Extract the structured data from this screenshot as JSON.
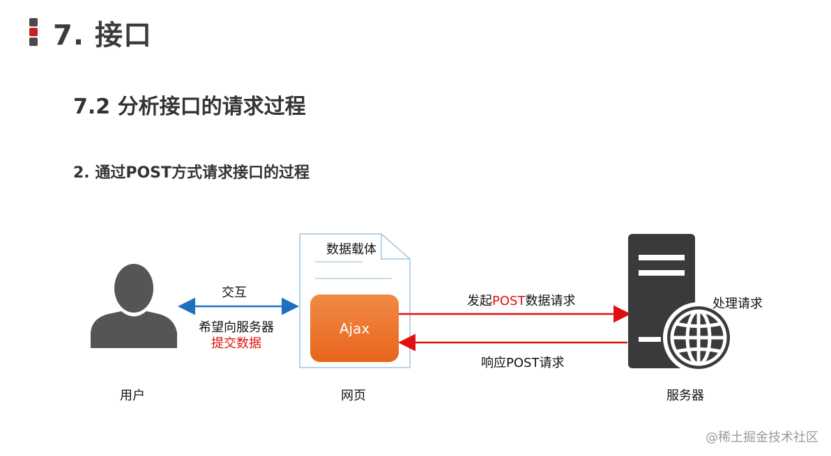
{
  "slide": {
    "title": "7. 接口",
    "subtitle": "7.2 分析接口的请求过程",
    "section": "2. 通过POST方式请求接口的过程"
  },
  "diagram": {
    "user_label": "用户",
    "interaction_label": "交互",
    "user_wish_label": "希望向服务器",
    "user_submit_label": "提交数据",
    "page_label": "网页",
    "payload_label": "数据载体",
    "ajax_label": "Ajax",
    "request_prefix": "发起",
    "request_method": "POST",
    "request_suffix": "数据请求",
    "response_label": "响应POST请求",
    "server_label": "服务器",
    "process_label": "处理请求"
  },
  "watermark": "@稀土掘金技术社区",
  "colors": {
    "accent_red": "#e01010",
    "interaction_blue": "#1f6fbf",
    "ajax_orange": "#ee7a30",
    "icon_gray": "#555555",
    "server_dark": "#3a3a3a"
  }
}
